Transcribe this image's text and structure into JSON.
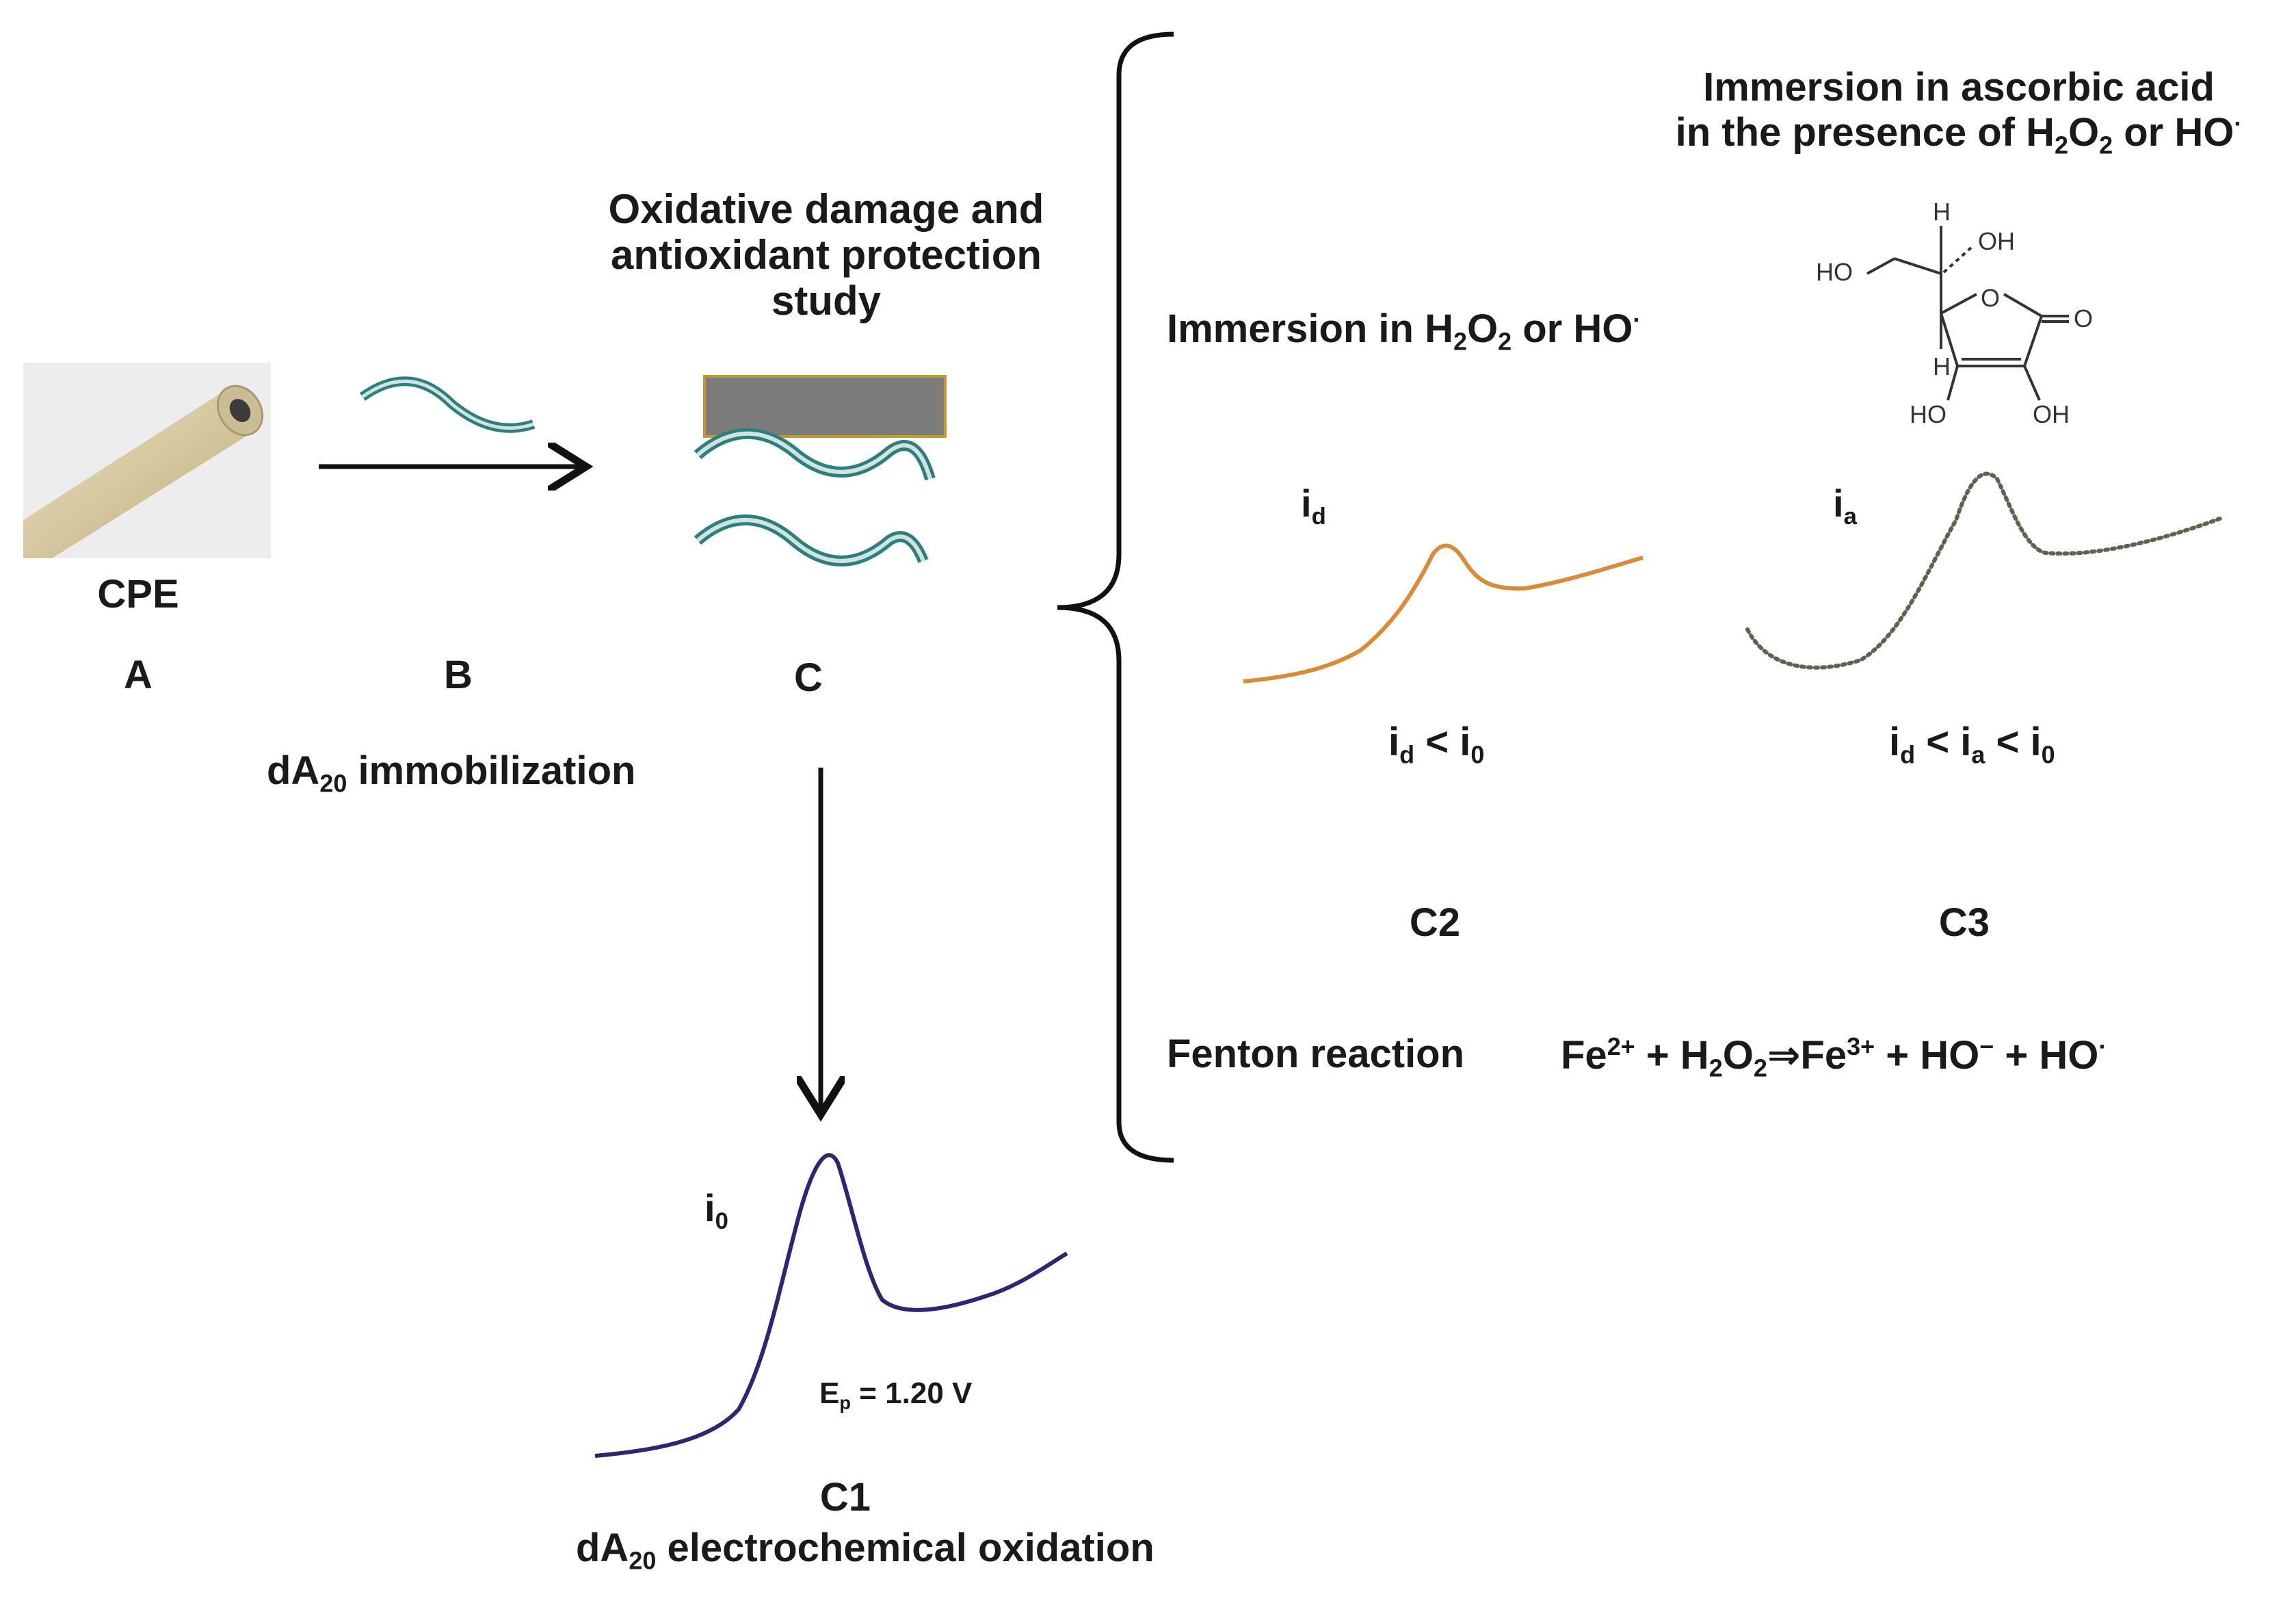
{
  "steps": {
    "a": {
      "caption": "CPE",
      "letter": "A"
    },
    "b": {
      "letter": "B",
      "caption_pre": "dA",
      "caption_sub": "20",
      "caption_post": " immobilization"
    },
    "c": {
      "letter": "C",
      "title_line1": "Oxidative damage and",
      "title_line2": "antioxidant protection",
      "title_line3": "study"
    }
  },
  "c1": {
    "letter": "C1",
    "caption_pre": "dA",
    "caption_sub": "20",
    "caption_post": " electrochemical oxidation",
    "peak_main": "i",
    "peak_sub": "0",
    "ep_main": "E",
    "ep_sub": "p",
    "ep_rest": " = 1.20 V",
    "color": "#2a2870"
  },
  "c2": {
    "letter": "C2",
    "heading_pre": "Immersion in H",
    "heading_sub1": "2",
    "heading_mid": "O",
    "heading_sub2": "2",
    "heading_post": " or HO",
    "heading_sup": "·",
    "peak_main": "i",
    "peak_sub": "d",
    "rel": {
      "a": "i",
      "a_sub": "d",
      "op": " < ",
      "b": "i",
      "b_sub": "0"
    },
    "color": "#d98b3a"
  },
  "c3": {
    "letter": "C3",
    "heading_line1": "Immersion in ascorbic acid",
    "heading_line2_pre": "in the presence of H",
    "heading_line2_sub1": "2",
    "heading_line2_mid": "O",
    "heading_line2_sub2": "2",
    "heading_line2_post": " or HO",
    "heading_line2_sup": "·",
    "peak_main": "i",
    "peak_sub": "a",
    "rel": {
      "a": "i",
      "a_sub": "d",
      "op1": " < ",
      "b": "i",
      "b_sub": "a",
      "op2": " < ",
      "c": "i",
      "c_sub": "0"
    },
    "color": "#5b6450"
  },
  "molecule": {
    "ho_left": "HO",
    "oh_top": "OH",
    "h_top": "H",
    "h_bottom": "H",
    "o_ring": "O",
    "o_carbonyl": "O",
    "ho_bottom": "HO",
    "oh_bottom": "OH"
  },
  "fenton": {
    "label": "Fenton reaction",
    "eq": {
      "fe2": "Fe",
      "fe2_sup": "2+",
      "plus1": " + H",
      "h_sub1": "2",
      "o": "O",
      "o_sub": "2",
      "arrow": "⇒",
      "fe3": "Fe",
      "fe3_sup": "3+",
      "plus2": " + HO",
      "minus_sup": "−",
      "plus3": " + HO",
      "dot_sup": "·"
    }
  }
}
